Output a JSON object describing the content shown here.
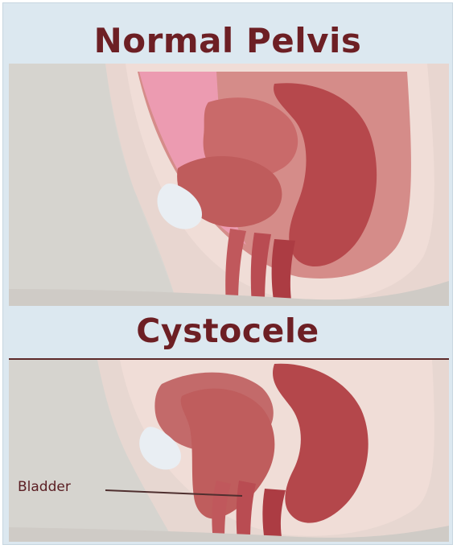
{
  "diagram": {
    "top_title": "Normal Pelvis",
    "bottom_title": "Cystocele",
    "labels": {
      "bladder": "Bladder"
    }
  },
  "colors": {
    "title": "#6d1f24",
    "background": "#dce8f0",
    "tissue": "#c65e5e",
    "tissue_dark": "#9f3b40",
    "skin": "#f2ddd6"
  }
}
